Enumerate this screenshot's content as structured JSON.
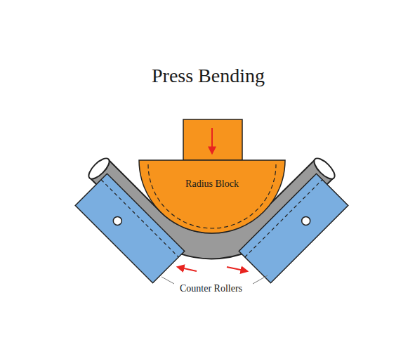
{
  "diagram": {
    "title": "Press Bending",
    "nodes": [
      {
        "text": [
          "Radius Block"
        ]
      }
    ],
    "labels": [
      "Counter Rollers"
    ]
  }
}
